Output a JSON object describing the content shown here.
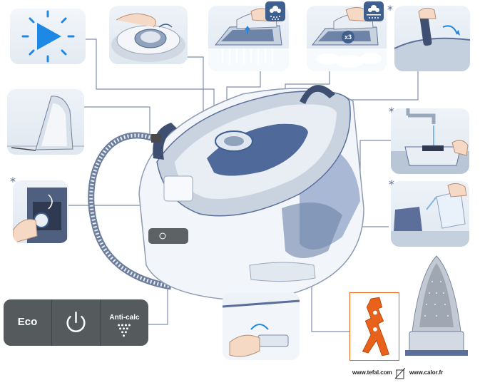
{
  "control_panel": {
    "eco_label": "Eco",
    "anticalc_label": "Anti-calc"
  },
  "badges": {
    "steam_multiplier": "x3"
  },
  "optional_marker": "*",
  "footer": {
    "link_tefal": "www.tefal.com",
    "link_calor": "www.calor.fr"
  },
  "colors": {
    "accent_blue": "#3f5f8f",
    "panel_bg": "#e6edf5",
    "control_panel": "#555a5d",
    "accessory_orange": "#e8621c",
    "indicator_blue": "#1e88e5"
  }
}
